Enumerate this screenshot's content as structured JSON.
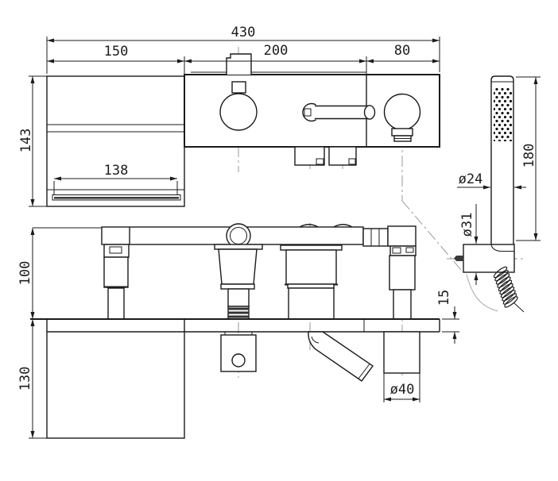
{
  "drawing": {
    "dims": {
      "total_width": "430",
      "spout_section_width": "150",
      "body_section_width": "200",
      "diverter_section_width": "80",
      "spout_height": "143",
      "spout_slot_width": "138",
      "height_above_deck": "100",
      "depth_below_deck": "130",
      "deck_thickness": "15",
      "handshower_length": "180",
      "handshower_diameter": "ø24",
      "holder_diameter": "ø31",
      "outlet_diameter": "ø40"
    }
  }
}
